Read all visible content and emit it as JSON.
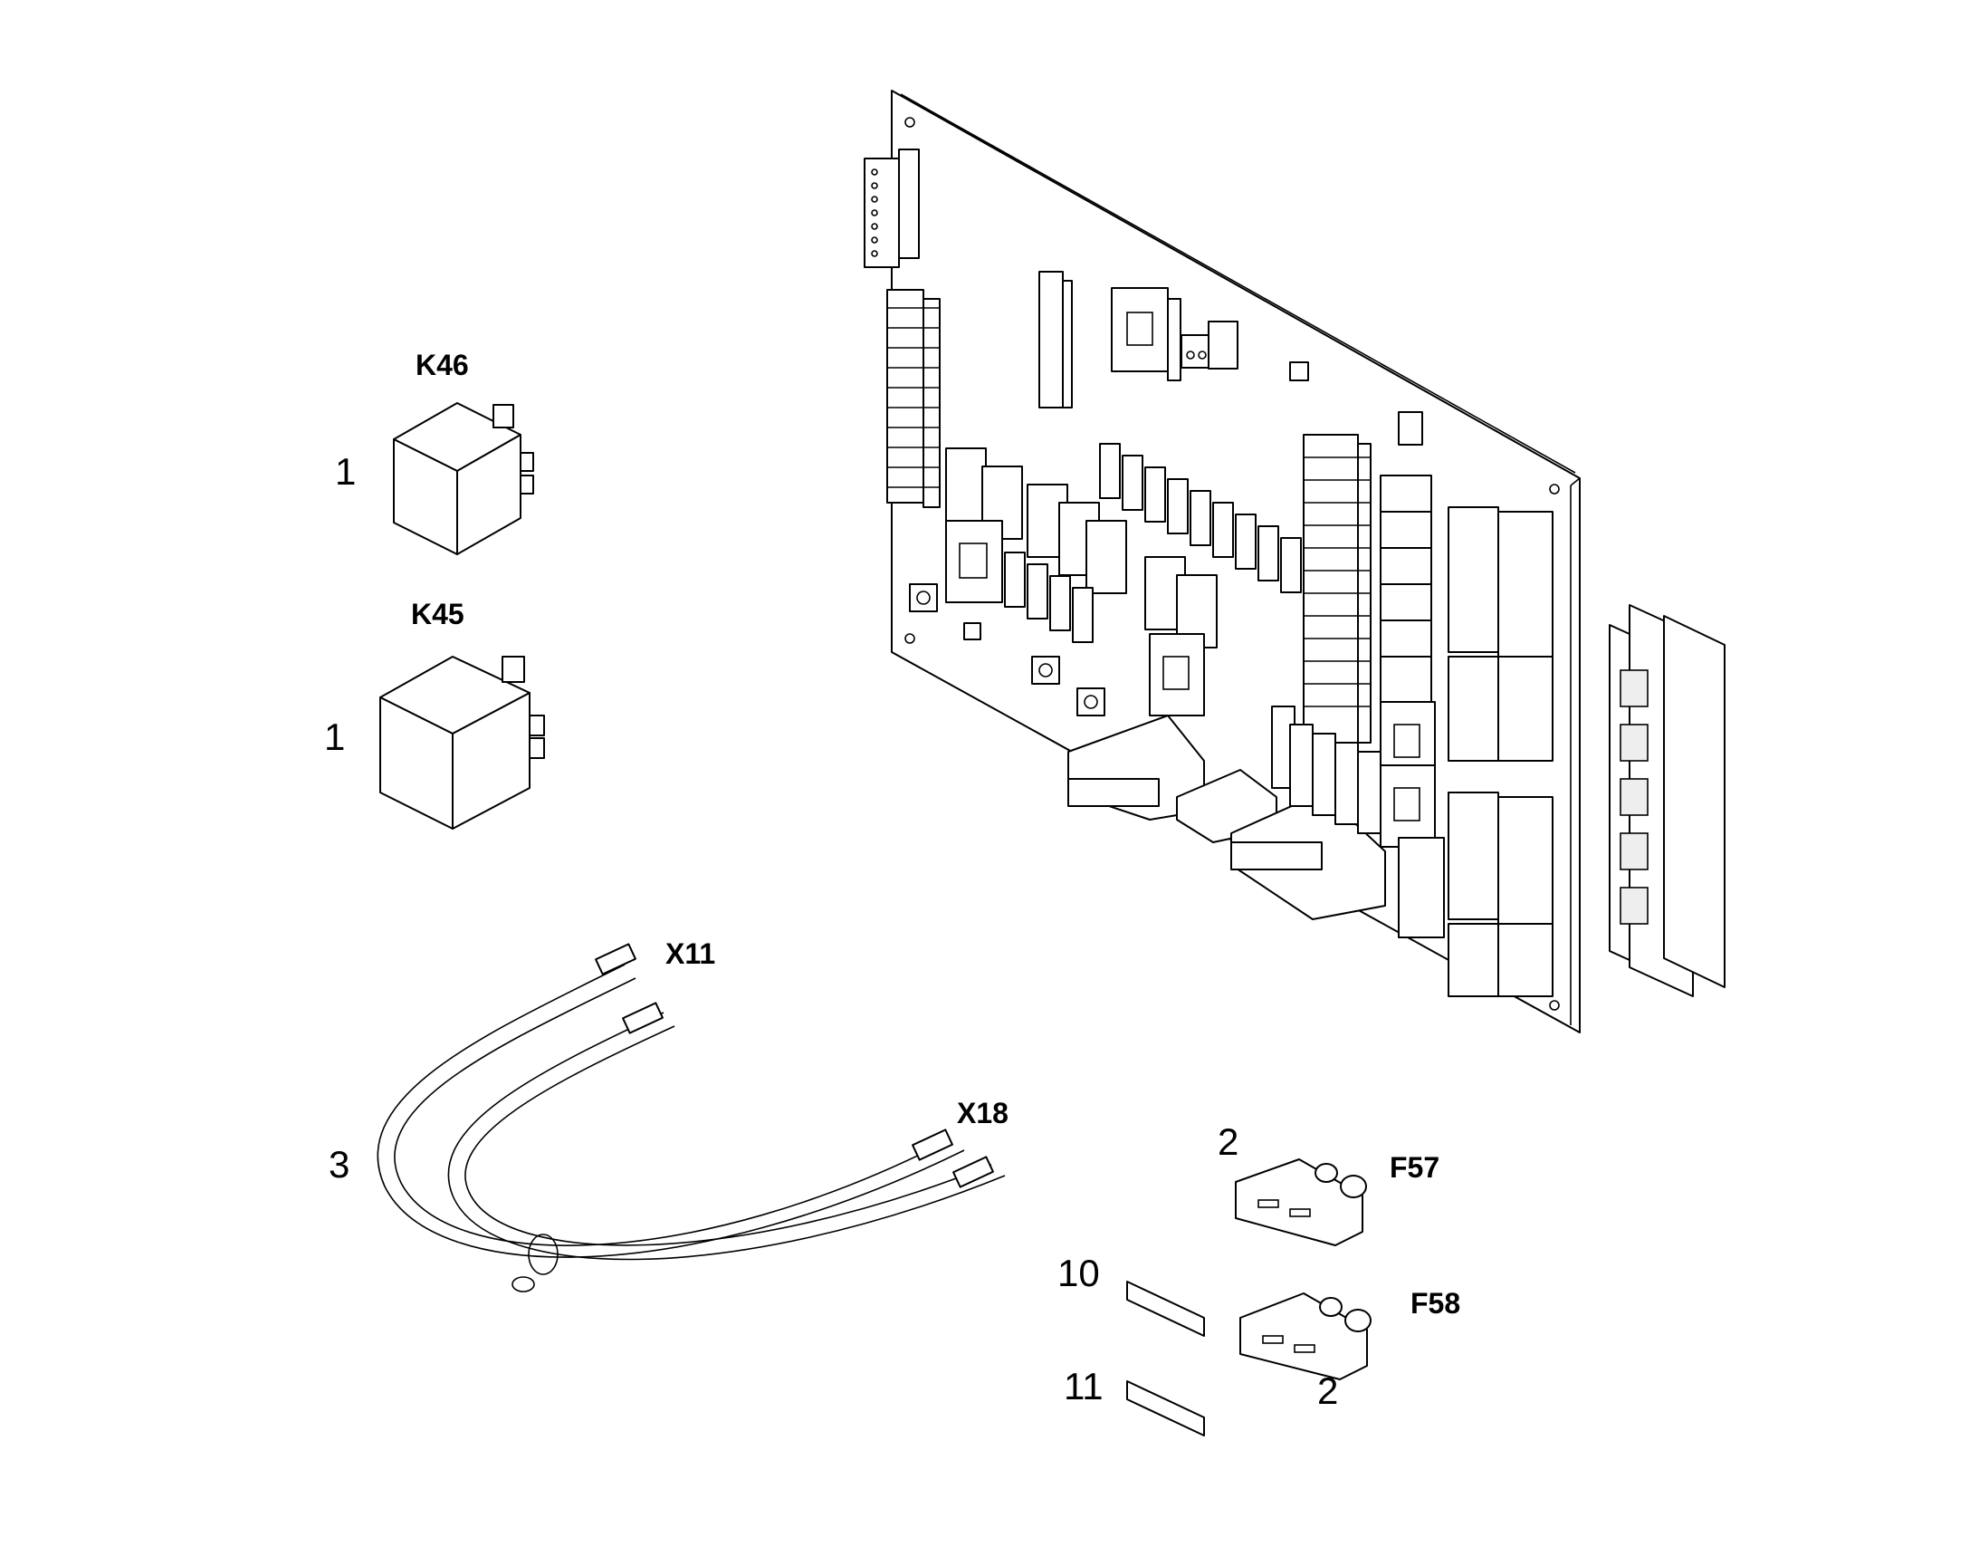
{
  "relays": [
    {
      "code": "K46",
      "item": "1"
    },
    {
      "code": "K45",
      "item": "1"
    }
  ],
  "cable": {
    "item": "3",
    "end_a": "X11",
    "end_b": "X18"
  },
  "fuses": [
    {
      "code": "F57",
      "item": "2"
    },
    {
      "code": "F58",
      "item": "2"
    }
  ],
  "strips": [
    {
      "item": "10"
    },
    {
      "item": "11"
    }
  ]
}
